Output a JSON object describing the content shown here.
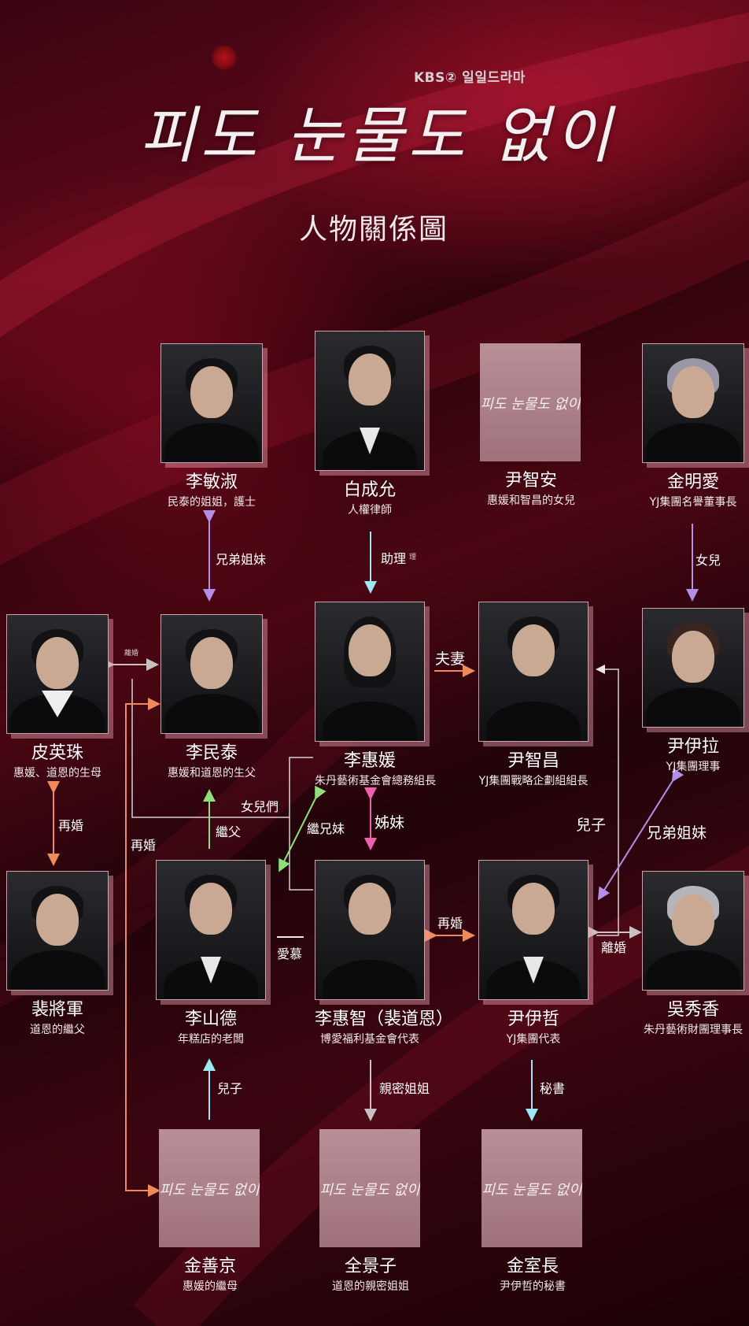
{
  "header": {
    "broadcaster": "KBS② 일일드라마",
    "title": "피도 눈물도 없이",
    "subtitle": "人物關係圖"
  },
  "placeholder_logo": "피도 눈물도 없이",
  "characters": {
    "li_minshu": {
      "name": "李敏淑",
      "role": "民泰的姐姐，護士"
    },
    "bai_chengyun": {
      "name": "白成允",
      "role": "人權律師"
    },
    "yin_zhian": {
      "name": "尹智安",
      "role": "惠媛和智昌的女兒"
    },
    "jin_mingai": {
      "name": "金明愛",
      "role": "YJ集團名譽董事長"
    },
    "pi_yingzhu": {
      "name": "皮英珠",
      "role": "惠媛、道恩的生母"
    },
    "li_mintai": {
      "name": "李民泰",
      "role": "惠媛和道恩的生父"
    },
    "li_huiyuan": {
      "name": "李惠媛",
      "role": "朱丹藝術基金會總務組長"
    },
    "yin_zhichang": {
      "name": "尹智昌",
      "role": "YJ集團戰略企劃組組長"
    },
    "yin_yila": {
      "name": "尹伊拉",
      "role": "YJ集團理事"
    },
    "pei_jiangjun": {
      "name": "裴將軍",
      "role": "道恩的繼父"
    },
    "li_shande": {
      "name": "李山德",
      "role": "年糕店的老闆"
    },
    "li_huizhi": {
      "name": "李惠智（裴道恩）",
      "role": "博愛福利基金會代表"
    },
    "yin_yizhe": {
      "name": "尹伊哲",
      "role": "YJ集團代表"
    },
    "wu_xiuxiang": {
      "name": "吳秀香",
      "role": "朱丹藝術財團理事長"
    },
    "jin_shanjing": {
      "name": "金善京",
      "role": "惠媛的繼母"
    },
    "quan_jingzi": {
      "name": "全景子",
      "role": "道恩的親密姐姐"
    },
    "jin_shizhang": {
      "name": "金室長",
      "role": "尹伊哲的秘書"
    }
  },
  "relations": {
    "siblings_a": "兄弟姐妹",
    "assistant": "助理",
    "assistant_ghost": "理",
    "daughter": "女兒",
    "divorce_small": "離婚",
    "couple": "夫妻",
    "daughters": "女兒們",
    "stepsiblings": "繼兄妹",
    "sisters": "姊妹",
    "stepfather": "繼父",
    "son_a": "兒子",
    "siblings_b": "兄弟姐妹",
    "remarry_a": "再婚",
    "remarry_b": "再婚",
    "remarry_c": "再婚",
    "crush": "愛慕",
    "divorce": "離婚",
    "son_b": "兒子",
    "close_sister": "親密姐姐",
    "secretary": "秘書"
  },
  "colors": {
    "purple": "#b58ee8",
    "cyan": "#9fe6f5",
    "orange": "#f08a5c",
    "green": "#8fe07a",
    "pink": "#f060b0",
    "grey": "#c8c0c2",
    "light": "#ece6e8"
  }
}
